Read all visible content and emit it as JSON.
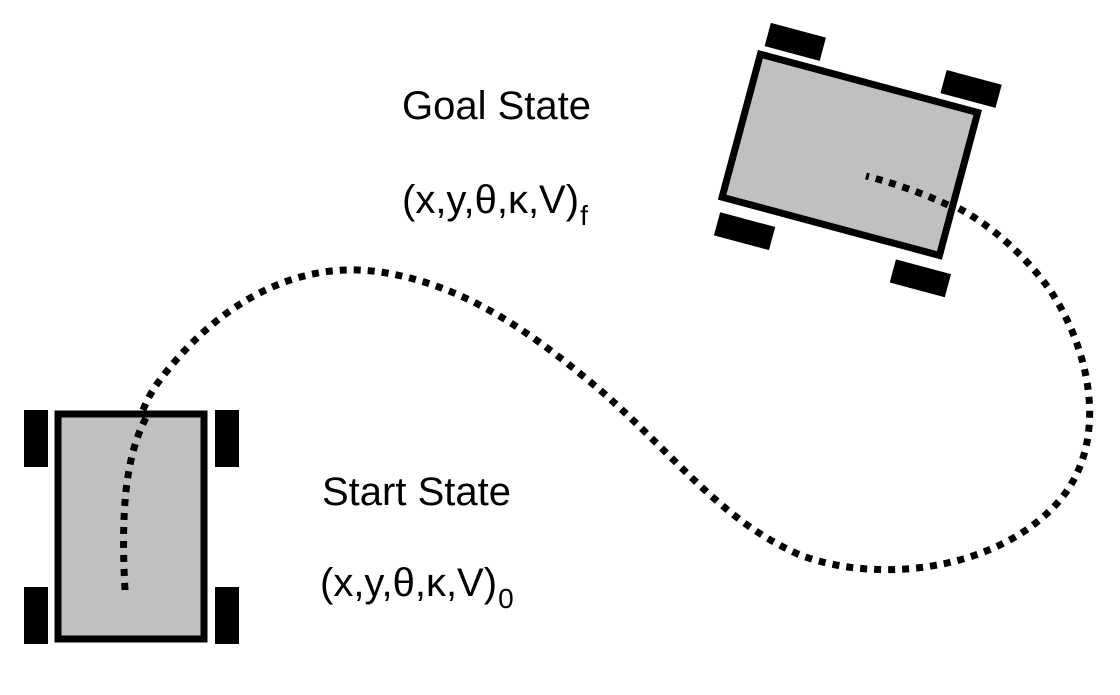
{
  "goal": {
    "title": "Goal State",
    "vector": "(x,y,θ,κ,V)",
    "subscript": "f"
  },
  "start": {
    "title": "Start State",
    "vector": "(x,y,θ,κ,V)",
    "subscript": "0"
  },
  "colors": {
    "car_body": "#c0c0c0",
    "car_outline": "#000000",
    "wheel": "#000000",
    "path": "#000000",
    "background": "#ffffff"
  }
}
